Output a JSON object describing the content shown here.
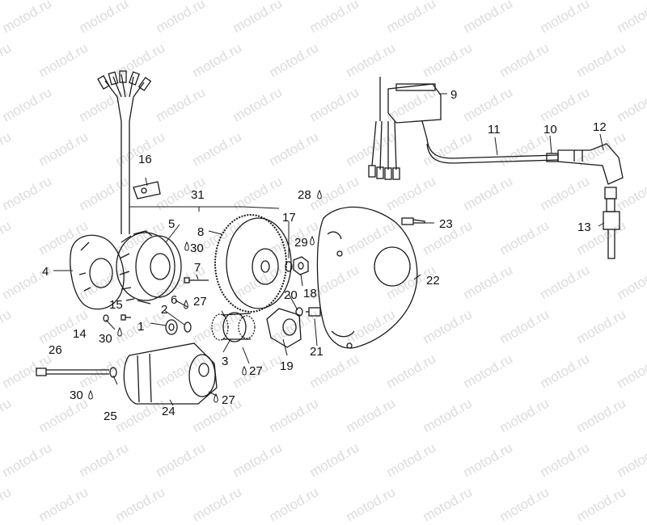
{
  "watermark": "motod.ru",
  "callouts": {
    "c1": "1",
    "c2": "2",
    "c3": "3",
    "c4": "4",
    "c5": "5",
    "c6": "6",
    "c7": "7",
    "c8": "8",
    "c9": "9",
    "c10": "10",
    "c11": "11",
    "c12": "12",
    "c13": "13",
    "c14": "14",
    "c15": "15",
    "c16": "16",
    "c17": "17",
    "c18": "18",
    "c19": "19",
    "c20": "20",
    "c21": "21",
    "c22": "22",
    "c23": "23",
    "c24": "24",
    "c25": "25",
    "c26": "26",
    "c27a": "27",
    "c27b": "27",
    "c27c": "27",
    "c28": "28",
    "c29": "29",
    "c30a": "30",
    "c30b": "30",
    "c30c": "30",
    "c31": "31"
  },
  "colors": {
    "line": "#1a1a1a",
    "watermark": "#dcdcdc"
  }
}
